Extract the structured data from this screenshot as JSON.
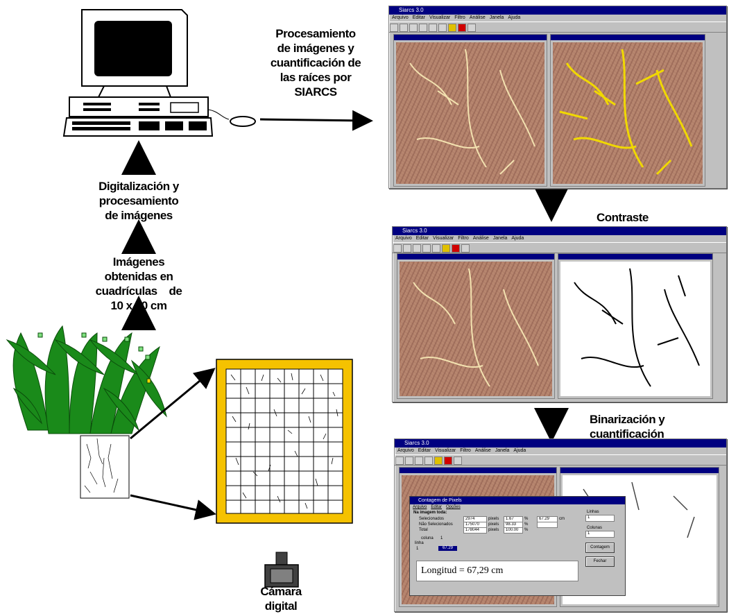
{
  "labels": {
    "processing": [
      "Procesamiento",
      "de imágenes  y",
      "cuantificación de",
      "las raíces por",
      "SIARCS"
    ],
    "digitalization": [
      "Digitalización y",
      "procesamiento",
      "de imágenes"
    ],
    "images": [
      "Imágenes",
      "obtenidas en",
      "cuadrículas    de",
      "10 x 10 cm"
    ],
    "contrast": "Contraste",
    "binarization": [
      "Binarización y",
      "cuantificación"
    ],
    "camera": [
      "Cámara",
      "digital"
    ]
  },
  "app_windows": {
    "title": "Siarcs 3.0",
    "menu": [
      "Arquivo",
      "Editar",
      "Visualizar",
      "Filtro",
      "Análise",
      "Janela",
      "Ajuda"
    ]
  },
  "dialog": {
    "title": "Contagem de Pixels",
    "menu": [
      "Arquivo",
      "Editar",
      "Opções"
    ],
    "group_label": "Na imagem toda:",
    "rows": [
      {
        "label": "Selecionados",
        "value": "2974",
        "unit": "pixels",
        "pct": "1.67",
        "pct_sign": "%"
      },
      {
        "label": "Não Selecionados",
        "value": "175070",
        "unit": "pixels",
        "pct": "98.33",
        "pct_sign": "%"
      },
      {
        "label": "Total",
        "value": "178044",
        "unit": "pixels",
        "pct": "100.00",
        "pct_sign": "%"
      }
    ],
    "length_value": "67.29",
    "length_unit": "cm",
    "linhas_label": "Linhas",
    "linhas_value": "1",
    "colunas_label": "Colunas",
    "colunas_value": "1",
    "grid_col_header": "coluna",
    "grid_row_header": "linha",
    "grid_col_1": "1",
    "grid_row_1": "1",
    "grid_cell": "67.29",
    "btn_contagem": "Contagem",
    "btn_fechar": "Fechar",
    "result": "Longitud = 67,29 cm"
  }
}
